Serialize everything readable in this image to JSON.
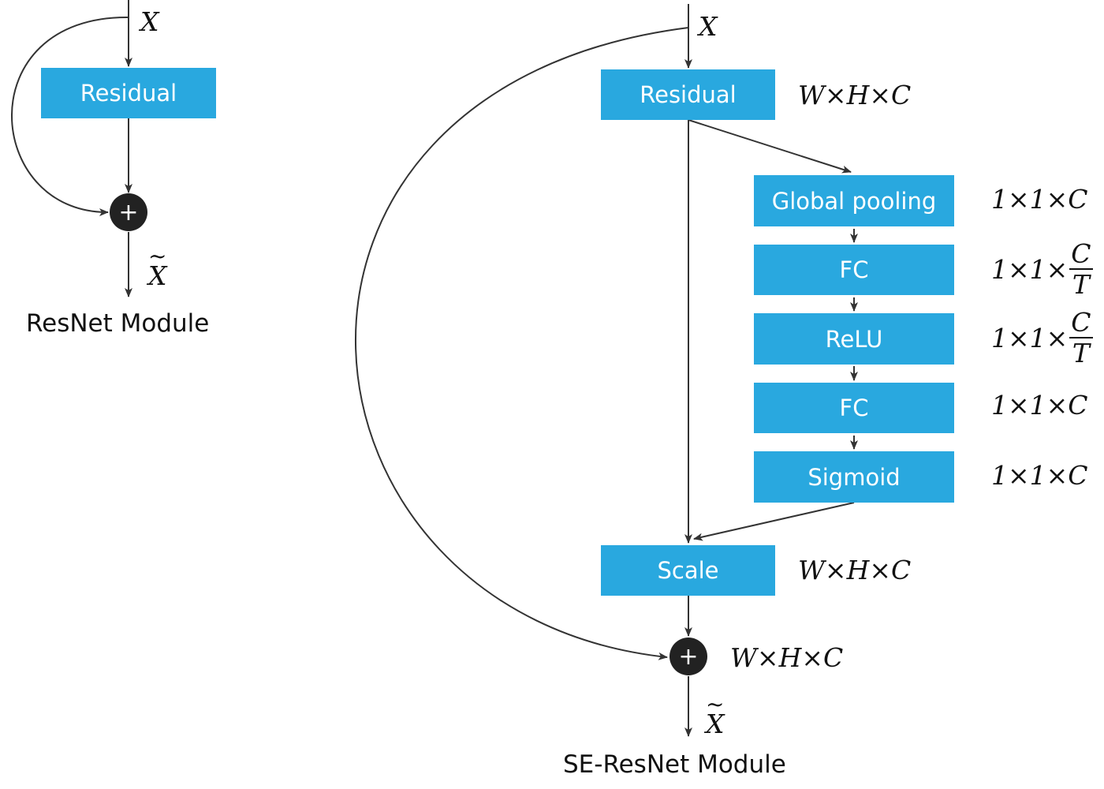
{
  "resnet": {
    "input_label": "X",
    "output_label": "X",
    "output_tilde": "~",
    "residual_label": "Residual",
    "sum_symbol": "+",
    "caption": "ResNet Module"
  },
  "se_resnet": {
    "input_label": "X",
    "output_label": "X",
    "output_tilde": "~",
    "residual_label": "Residual",
    "residual_dims": "W×H×C",
    "pipeline": [
      {
        "label": "Global pooling",
        "dims": "1×1×C",
        "fraction": false
      },
      {
        "label": "FC",
        "dims": "1×1×",
        "fraction": true,
        "num": "C",
        "den": "T"
      },
      {
        "label": "ReLU",
        "dims": "1×1×",
        "fraction": true,
        "num": "C",
        "den": "T"
      },
      {
        "label": "FC",
        "dims": "1×1×C",
        "fraction": false
      },
      {
        "label": "Sigmoid",
        "dims": "1×1×C",
        "fraction": false
      }
    ],
    "scale_label": "Scale",
    "scale_dims": "W×H×C",
    "sum_symbol": "+",
    "sum_dims": "W×H×C",
    "caption": "SE-ResNet Module"
  },
  "colors": {
    "box_fill": "#29a8df",
    "box_text": "#ffffff",
    "line": "#333333",
    "sum_node": "#222222"
  }
}
